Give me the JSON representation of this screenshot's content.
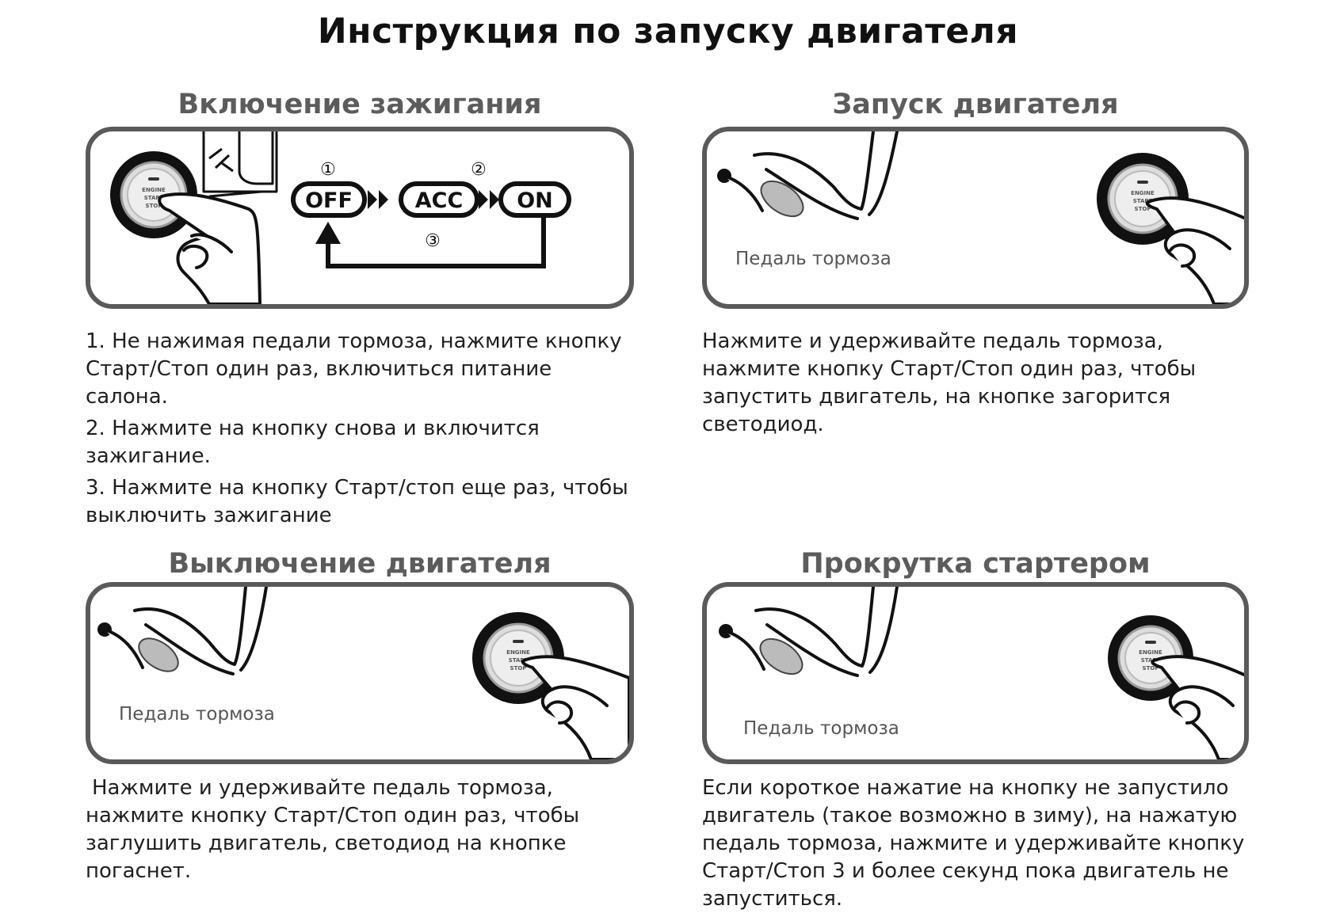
{
  "title": "Инструкция по запуску двигателя",
  "sections": {
    "ignition": {
      "title": "Включение зажигания",
      "diagram": {
        "step1": "①",
        "step2": "②",
        "step3": "③",
        "off": "OFF",
        "acc": "ACC",
        "on": "ON"
      },
      "items": [
        "1. Не нажимая педали тормоза, нажмите кнопку Старт/Стоп один раз, включиться питание салона.",
        "2. Нажмите на кнопку снова и включится зажигание.",
        "3. Нажмите на кнопку Старт/стоп еще раз, чтобы выключить зажигание"
      ]
    },
    "start": {
      "title": "Запуск двигателя",
      "pedal_label": "Педаль тормоза",
      "text": "Нажмите и удерживайте педаль тормоза, нажмите кнопку Старт/Стоп один раз, чтобы запустить двигатель, на кнопке загорится светодиод."
    },
    "stop": {
      "title": "Выключение двигателя",
      "pedal_label": "Педаль тормоза",
      "text": "Нажмите и удерживайте педаль тормоза, нажмите кнопку Старт/Стоп один раз, чтобы заглушить двигатель, светодиод на кнопке погаснет."
    },
    "crank": {
      "title": "Прокрутка стартером",
      "pedal_label": "Педаль тормоза",
      "text": "Если короткое нажатие на кнопку не запустило двигатель (такое возможно в зиму), на нажатую педаль тормоза, нажмите и удерживайте кнопку Старт/Стоп 3 и более секунд пока двигатель не запуститься."
    }
  },
  "button": {
    "line1": "ENGINE",
    "line2": "START",
    "line3": "STOP"
  }
}
